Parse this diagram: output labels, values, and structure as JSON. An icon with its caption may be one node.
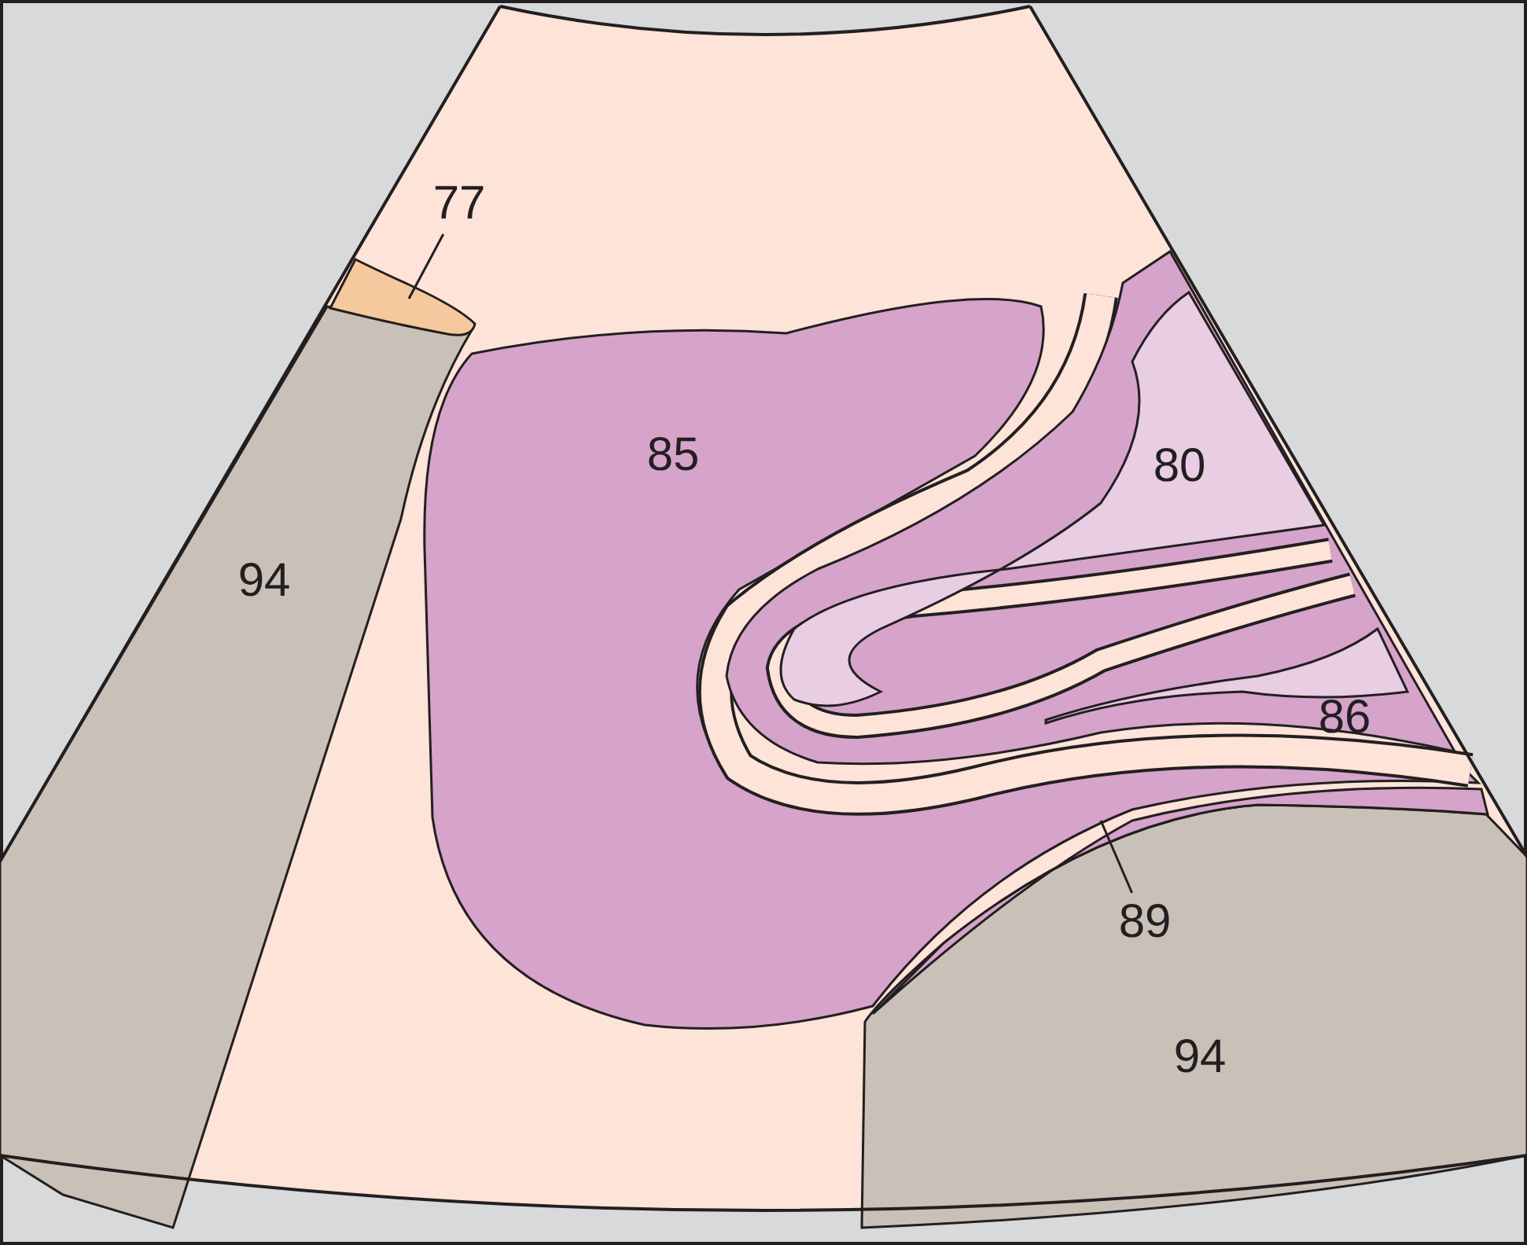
{
  "diagram": {
    "nodes": [
      {
        "text": [
          "77"
        ]
      },
      {
        "text": [],
        "shape": "picture"
      },
      {
        "text": [
          "89"
        ]
      },
      {
        "text": [],
        "shape": "picture"
      }
    ],
    "edges": [
      {
        "from": 0,
        "to": 1,
        "arrow": "none"
      },
      {
        "from": 2,
        "to": 3,
        "arrow": "none"
      }
    ],
    "labels": [
      "94",
      "85",
      "80",
      "86",
      "94"
    ]
  }
}
